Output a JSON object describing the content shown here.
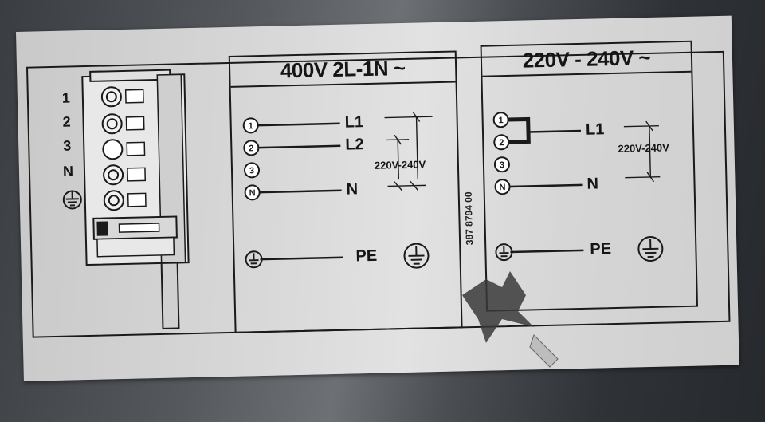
{
  "terminal_block": {
    "numbers": [
      "1",
      "2",
      "3",
      "N"
    ],
    "ground_icon": "ground-icon"
  },
  "panel_400v": {
    "title": "400V  2L-1N  ~",
    "terminals": [
      "1",
      "2",
      "3",
      "N"
    ],
    "lines": [
      "L1",
      "L2",
      "N"
    ],
    "pe_label": "PE",
    "voltage_note": "220V-240V"
  },
  "part_number": "387 8794 00",
  "panel_230v": {
    "title": "220V - 240V ~",
    "terminals": [
      "1",
      "2",
      "3",
      "N"
    ],
    "lines": [
      "L1",
      "N"
    ],
    "pe_label": "PE",
    "voltage_note": "220V-240V"
  },
  "colors": {
    "label_bg": "#d8d8d8",
    "ink": "#151515",
    "metal": "#4a4d52"
  }
}
